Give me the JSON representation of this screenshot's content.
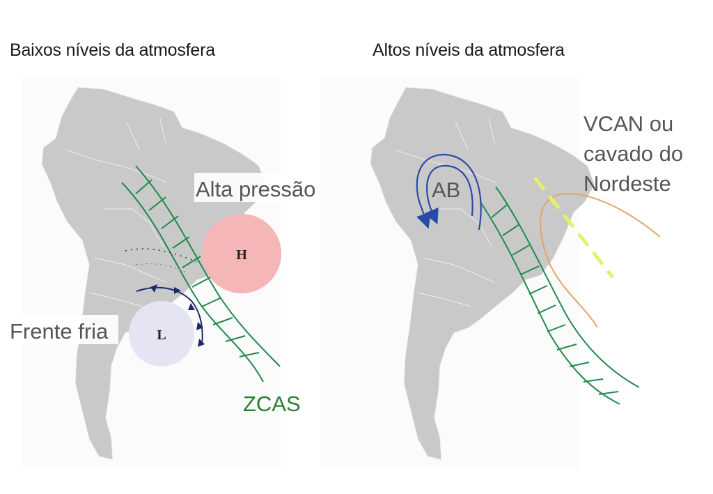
{
  "panels": [
    {
      "title": "Baixos níveis da atmosfera",
      "labels": {
        "high_pressure": "Alta pressão",
        "high_symbol": "H",
        "low_symbol": "L",
        "cold_front": "Frente fria",
        "zcas": "ZCAS"
      }
    },
    {
      "title": "Altos níveis da atmosfera",
      "labels": {
        "ab": "AB",
        "vcan_line1": "VCAN ou",
        "vcan_line2": "cavado do",
        "vcan_line3": "Nordeste"
      }
    }
  ],
  "colors": {
    "continent": "#c9c9c9",
    "continent_border": "#f2f2f2",
    "zcas_green": "#1f8a4c",
    "zcas_label": "#2e7d32",
    "high_fill": "#f4b6b6",
    "low_fill": "#e4e4f2",
    "front_navy": "#1c2a6b",
    "ab_blue": "#2b4aa8",
    "trough_orange": "#e3a46b",
    "trough_axis": "#e6f06a",
    "label_gray": "#555555"
  }
}
